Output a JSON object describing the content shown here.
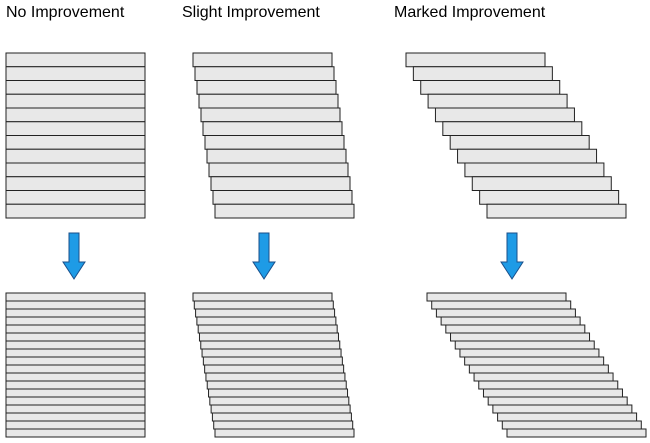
{
  "columns": [
    {
      "title": "No Improvement",
      "top_stack": {
        "bars": 12,
        "shift": "none"
      },
      "bottom_stack": {
        "bars": 18,
        "shift": "none"
      }
    },
    {
      "title": "Slight Improvement",
      "top_stack": {
        "bars": 12,
        "shift": "slight"
      },
      "bottom_stack": {
        "bars": 18,
        "shift": "slight"
      }
    },
    {
      "title": "Marked Improvement",
      "top_stack": {
        "bars": 12,
        "shift": "marked"
      },
      "bottom_stack": {
        "bars": 18,
        "shift": "marked"
      }
    }
  ],
  "arrow_icon": "arrow-down-icon",
  "colors": {
    "bar_fill": "#e8e8e8",
    "bar_stroke": "#222222",
    "arrow_fill": "#1e9be6",
    "arrow_stroke": "#1a4f8a"
  }
}
